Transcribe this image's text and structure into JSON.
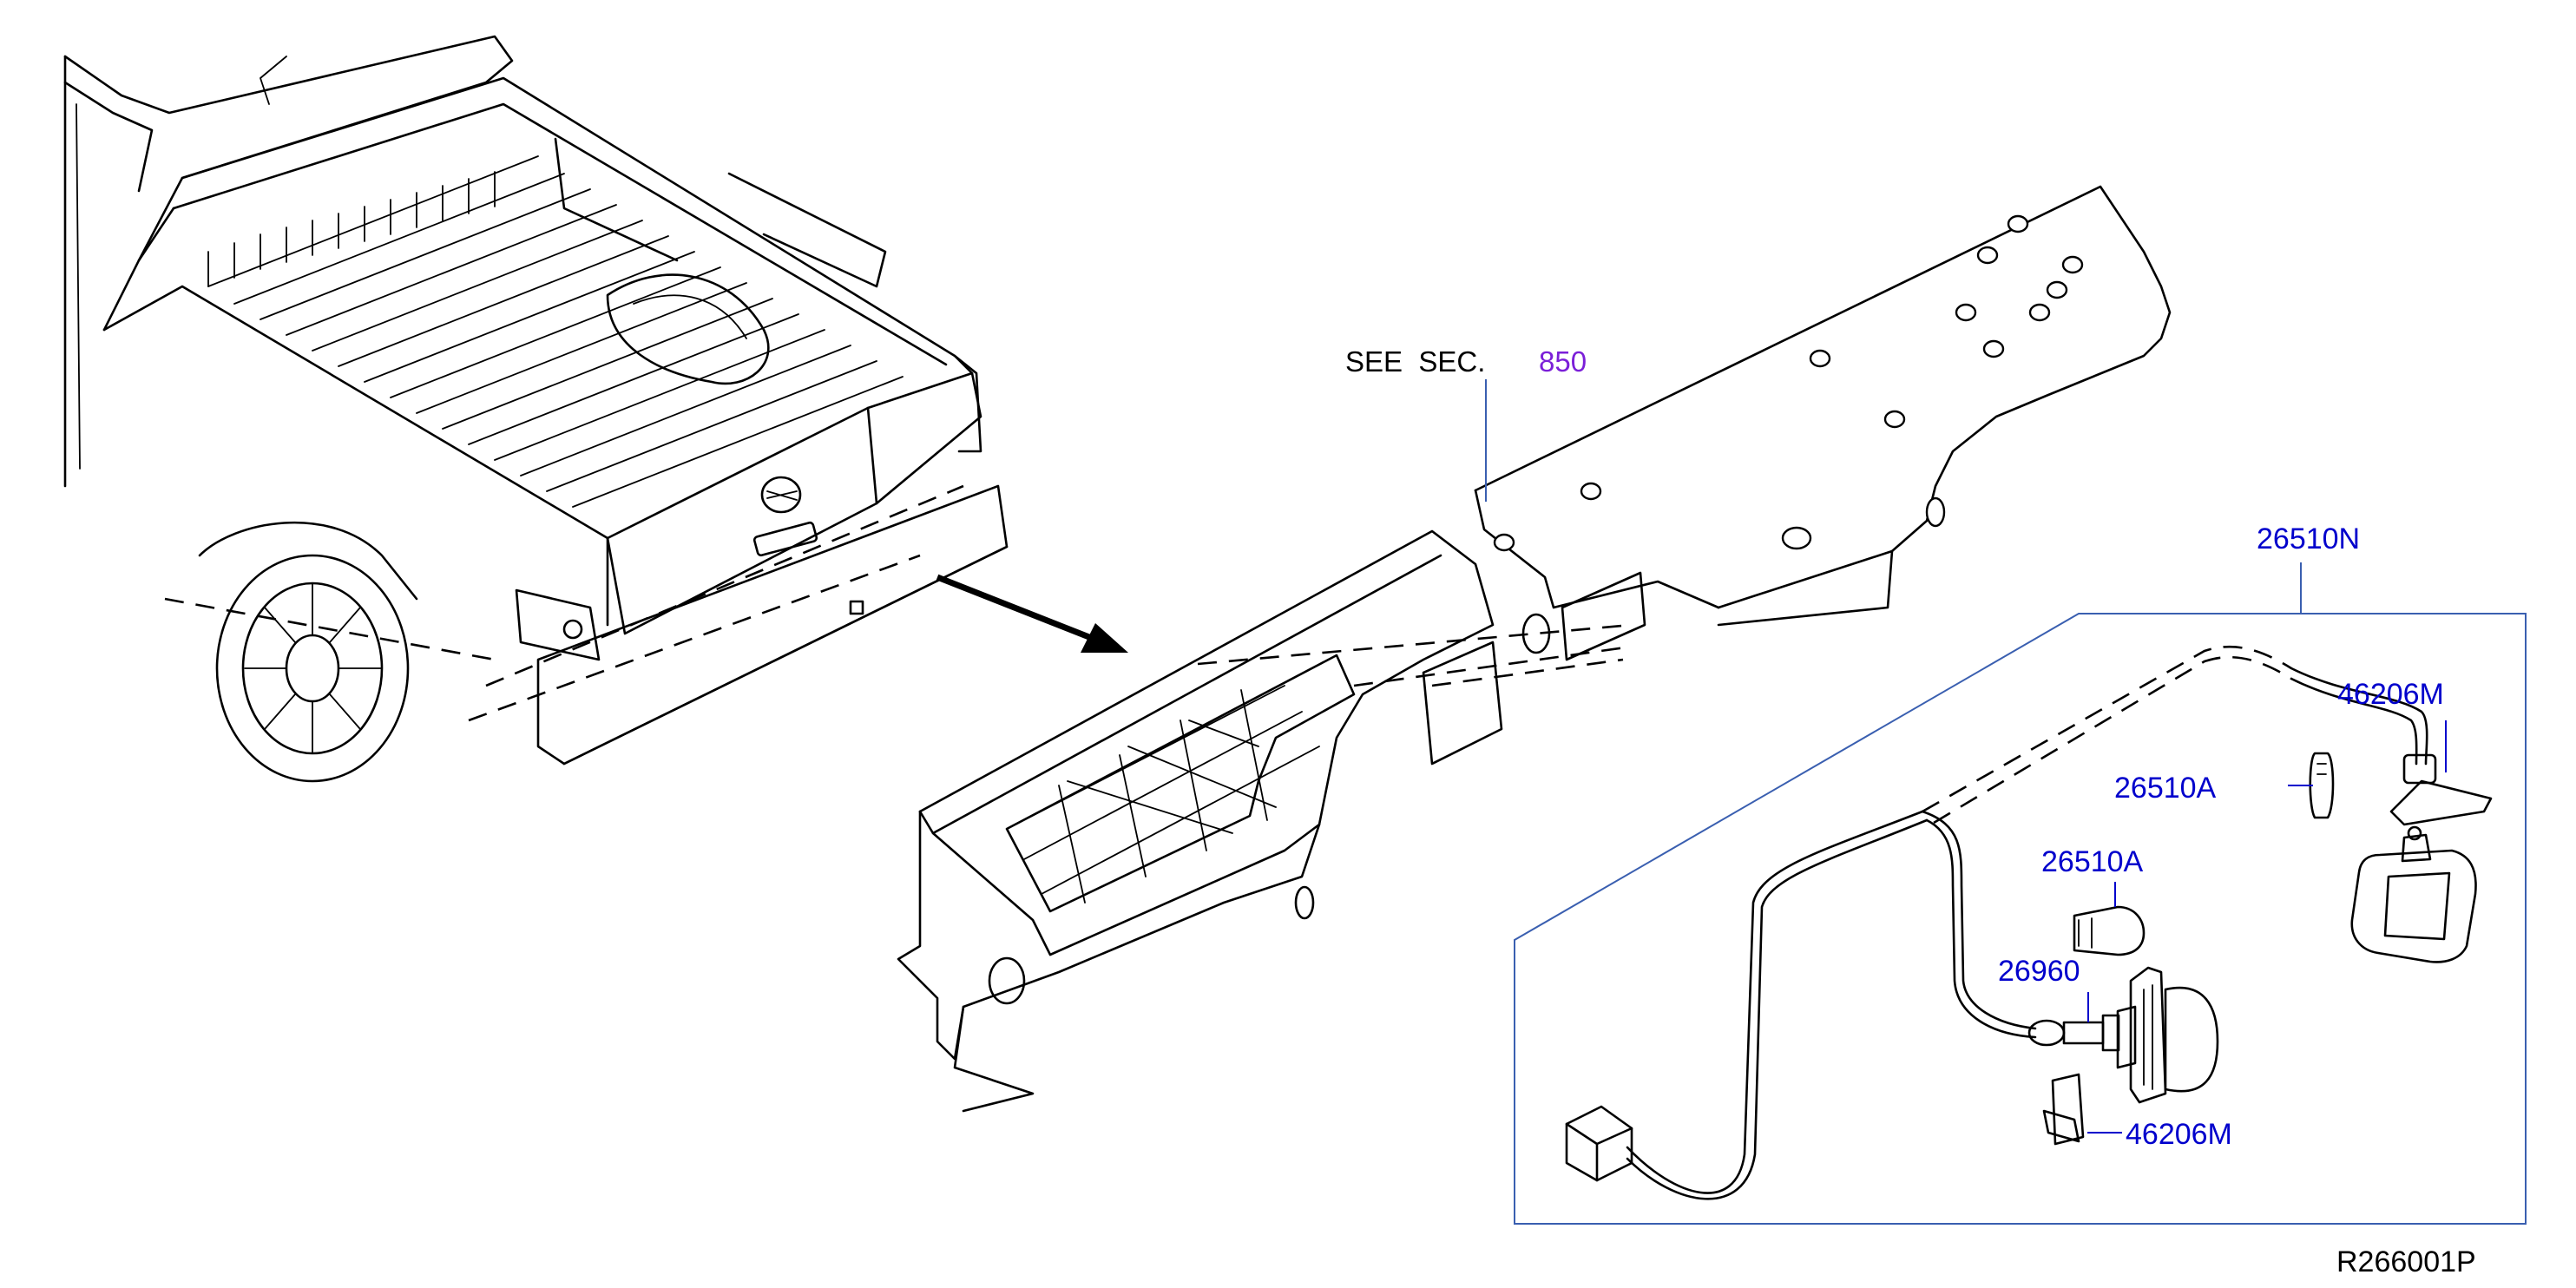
{
  "colors": {
    "ink": "#000000",
    "part_number": "#0000cc",
    "section_ref": "#7b1fd8",
    "callout_box": "#3a5fb0"
  },
  "callouts": {
    "see_sec_text": "SEE  SEC.",
    "see_sec_number": "850",
    "kit_number": "26510N",
    "grommet_upper": "46206M",
    "bulb_upper": "26510A",
    "bulb_lower": "26510A",
    "socket": "26960",
    "grommet_lower": "46206M"
  },
  "figure_code": "R266001P"
}
